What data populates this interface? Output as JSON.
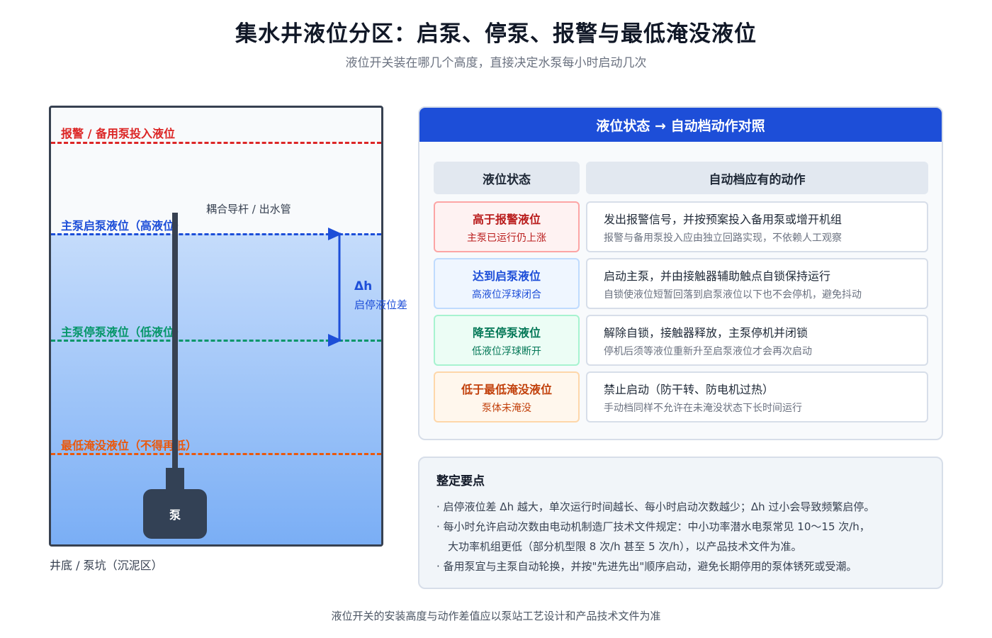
{
  "header": {
    "title": "集水井液位分区：启泵、停泵、报警与最低淹没液位",
    "subtitle": "液位开关装在哪几个高度，直接决定水泵每小时启动几次"
  },
  "well": {
    "levels": [
      {
        "label": "报警 / 备用泵投入液位",
        "color": "#dc2626"
      },
      {
        "label": "主泵启泵液位（高液位）",
        "color": "#1d4ed8"
      },
      {
        "label": "主泵停泵液位（低液位）",
        "color": "#059669"
      },
      {
        "label": "最低淹没液位（不得再低）",
        "color": "#ea580c"
      }
    ],
    "rod_label": "耦合导杆 / 出水管",
    "pump_label": "泵",
    "delta_symbol": "Δh",
    "delta_label": "启停液位差",
    "bottom_caption": "井底 / 泵坑（沉泥区）"
  },
  "panel": {
    "title": "液位状态 → 自动档动作对照",
    "col_state": "液位状态",
    "col_action": "自动档应有的动作",
    "rows": [
      {
        "state": "高于报警液位",
        "state_sub": "主泵已运行仍上涨",
        "action": "发出报警信号，并按预案投入备用泵或增开机组",
        "action_sub": "报警与备用泵投入应由独立回路实现，不依赖人工观察",
        "color": "#b91c1c",
        "bg": "#fef2f2",
        "border": "#fca5a5"
      },
      {
        "state": "达到启泵液位",
        "state_sub": "高液位浮球闭合",
        "action": "启动主泵，并由接触器辅助触点自锁保持运行",
        "action_sub": "自锁使液位短暂回落到启泵液位以下也不会停机，避免抖动",
        "color": "#1d4ed8",
        "bg": "#eff6ff",
        "border": "#bfdbfe"
      },
      {
        "state": "降至停泵液位",
        "state_sub": "低液位浮球断开",
        "action": "解除自锁，接触器释放，主泵停机并闭锁",
        "action_sub": "停机后须等液位重新升至启泵液位才会再次启动",
        "color": "#047857",
        "bg": "#ecfdf5",
        "border": "#a7f3d0"
      },
      {
        "state": "低于最低淹没液位",
        "state_sub": "泵体未淹没",
        "action": "禁止启动（防干转、防电机过热）",
        "action_sub": "手动档同样不允许在未淹没状态下长时间运行",
        "color": "#c2410c",
        "bg": "#fff7ed",
        "border": "#fed7aa"
      }
    ]
  },
  "notes": {
    "title": "整定要点",
    "items": [
      "· 启停液位差 Δh 越大，单次运行时间越长、每小时启动次数越少；Δh 过小会导致频繁启停。",
      "· 每小时允许启动次数由电动机制造厂技术文件规定：中小功率潜水电泵常见 10～15 次/h，",
      "大功率机组更低（部分机型限 8 次/h 甚至 5 次/h），以产品技术文件为准。",
      "· 备用泵宜与主泵自动轮换，并按\"先进先出\"顺序启动，避免长期停用的泵体锈死或受潮。"
    ]
  },
  "footer": "液位开关的安装高度与动作差值应以泵站工艺设计和产品技术文件为准"
}
